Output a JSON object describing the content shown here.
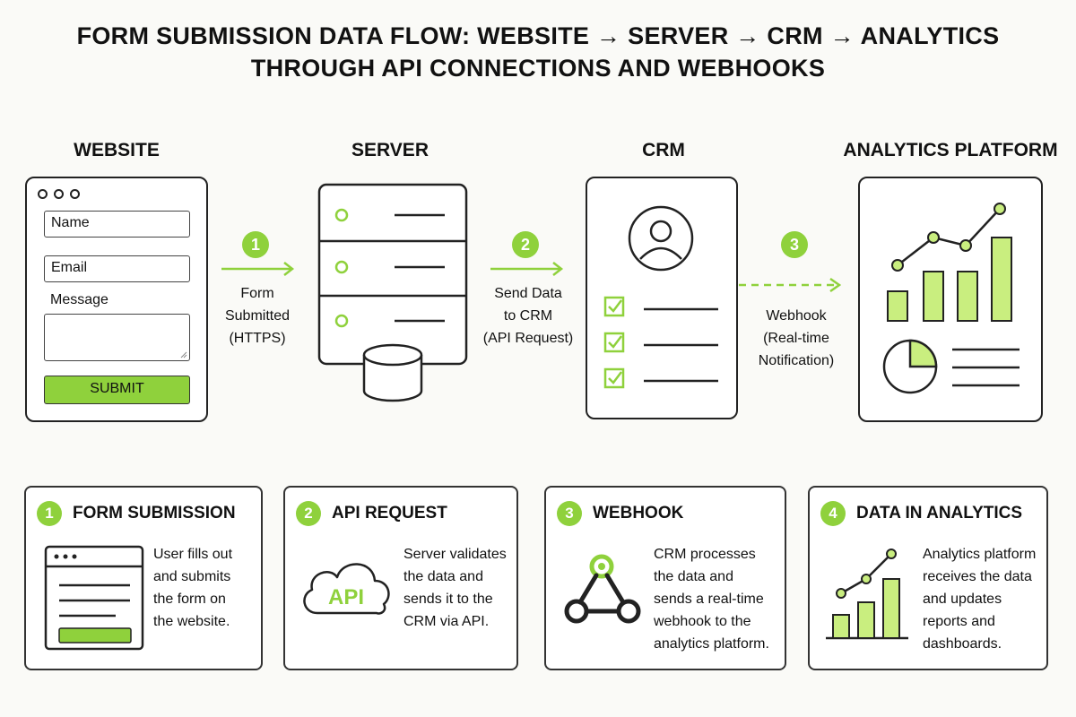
{
  "title": {
    "line1": "FORM SUBMISSION DATA FLOW:  WEBSITE → SERVER → CRM → ANALYTICS",
    "line2": "THROUGH API CONNECTIONS AND WEBHOOKS"
  },
  "columns": {
    "website": "WEBSITE",
    "server": "SERVER",
    "crm": "CRM",
    "analytics": "ANALYTICS PLATFORM"
  },
  "form": {
    "name_placeholder": "Name",
    "email_placeholder": "Email",
    "message_label": "Message",
    "submit_label": "SUBMIT"
  },
  "flow_steps": [
    {
      "number": "1",
      "lines": [
        "Form",
        "Submitted",
        "(HTTPS)"
      ]
    },
    {
      "number": "2",
      "lines": [
        "Send Data",
        "to CRM",
        "(API Request)"
      ]
    },
    {
      "number": "3",
      "lines": [
        "Webhook",
        "(Real-time",
        "Notification)"
      ]
    }
  ],
  "cards": [
    {
      "number": "1",
      "title": "FORM SUBMISSION",
      "lines": [
        "User fills out",
        "and submits",
        "the form on",
        "the website."
      ]
    },
    {
      "number": "2",
      "title": "API REQUEST",
      "icon_text": "API",
      "lines": [
        "Server validates",
        "the data and",
        "sends it to the",
        "CRM via API."
      ]
    },
    {
      "number": "3",
      "title": "WEBHOOK",
      "lines": [
        "CRM processes",
        "the data and",
        "sends a real-time",
        "webhook to the",
        "analytics platform."
      ]
    },
    {
      "number": "4",
      "title": "DATA IN ANALYTICS",
      "lines": [
        "Analytics platform",
        "receives the data",
        "and updates",
        "reports and",
        "dashboards."
      ]
    }
  ],
  "colors": {
    "accent": "#8fd13c",
    "stroke": "#222222",
    "background": "#fafaf7"
  }
}
